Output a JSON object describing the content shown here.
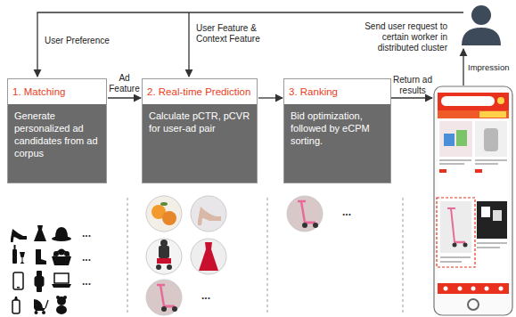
{
  "diagram": {
    "nodes": [
      {
        "text": [
          "1. Matching",
          "Generate personalized ad candidates from ad corpus"
        ]
      },
      {
        "text": [
          "2. Real-time Prediction",
          "Calculate pCTR, pCVR for user-ad pair"
        ]
      },
      {
        "text": [
          "3. Ranking",
          "Bid optimization, followed by eCPM sorting."
        ]
      }
    ],
    "edges": [
      {
        "from": 0,
        "to": 1,
        "label": "Ad Feature",
        "arrow": "to"
      },
      {
        "from": 1,
        "to": 2,
        "arrow": "to"
      }
    ],
    "labels": [
      "User Preference",
      "User Feature & Context Feature",
      "Send user request to certain worker in distributed cluster",
      "Return ad results",
      "Impression",
      "...",
      "...",
      "...",
      "...",
      "..."
    ]
  }
}
